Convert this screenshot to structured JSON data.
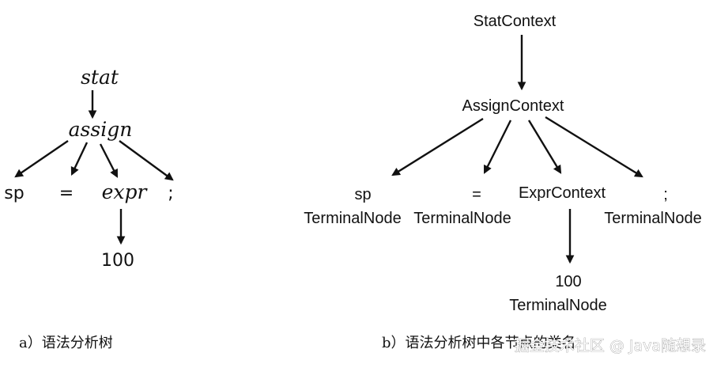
{
  "left_tree": {
    "stat": "stat",
    "assign": "assign",
    "sp": "sp",
    "eq": "=",
    "expr": "expr",
    "semi": ";",
    "num": "100"
  },
  "right_tree": {
    "stat_context": "StatContext",
    "assign_context": "AssignContext",
    "sp": "sp",
    "eq": "=",
    "expr_context": "ExprContext",
    "semi": ";",
    "num": "100",
    "terminal_node": "TerminalNode"
  },
  "captions": {
    "a": "a）语法分析树",
    "b": "b）语法分析树中各节点的类名"
  },
  "watermark": "掘金技术社区 @ Java随想录"
}
